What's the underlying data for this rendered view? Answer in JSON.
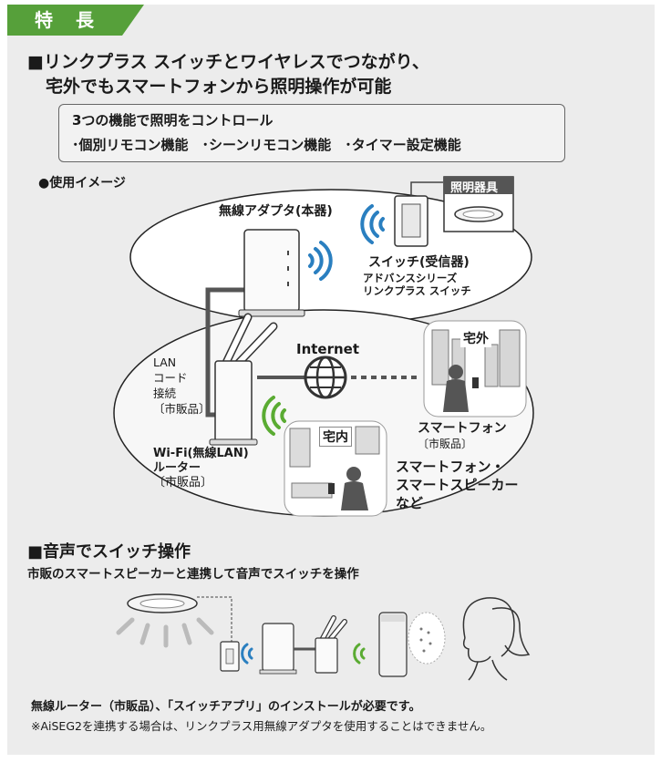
{
  "section_tag": "特 長",
  "heading1": {
    "line1": "■リンクプラス スイッチとワイヤレスでつながり、",
    "line2": "宅外でもスマートフォンから照明操作が可能"
  },
  "feature_box": {
    "title": "3つの機能で照明をコントロール",
    "items": "･個別リモコン機能　･シーンリモコン機能　･タイマー設定機能"
  },
  "usage_label": "●使用イメージ",
  "diagram": {
    "adapter_label": "無線アダプタ(本器)",
    "fixture_label": "照明器具",
    "switch_label": "スイッチ(受信器)",
    "switch_sub1": "アドバンスシリーズ",
    "switch_sub2": "リンクプラス スイッチ",
    "internet_label": "Internet",
    "outside_label": "宅外",
    "inside_label": "宅内",
    "lan_line1": "LAN",
    "lan_line2": "コード",
    "lan_line3": "接続",
    "lan_line4": "〔市販品〕",
    "router_line1": "Wi-Fi(無線LAN)",
    "router_line2": "ルーター",
    "router_line3": "〔市販品〕",
    "phone_label": "スマートフォン",
    "phone_sub": "〔市販品〕",
    "devices_line1": "スマートフォン・",
    "devices_line2": "スマートスピーカー",
    "devices_line3": "など"
  },
  "heading2": "■音声でスイッチ操作",
  "heading2_sub": "市販のスマートスピーカーと連携して音声でスイッチを操作",
  "notes": {
    "line1": "無線ルーター（市販品）、「スイッチアプリ」のインストールが必要です。",
    "line2": "※AiSEG2を連携する場合は、リンクプラス用無線アダプタを使用することはできません。"
  },
  "colors": {
    "accent_green": "#56a03a",
    "wifi_blue": "#2a7fc0",
    "wifi_green": "#5aab32",
    "panel_bg": "#ececec"
  }
}
